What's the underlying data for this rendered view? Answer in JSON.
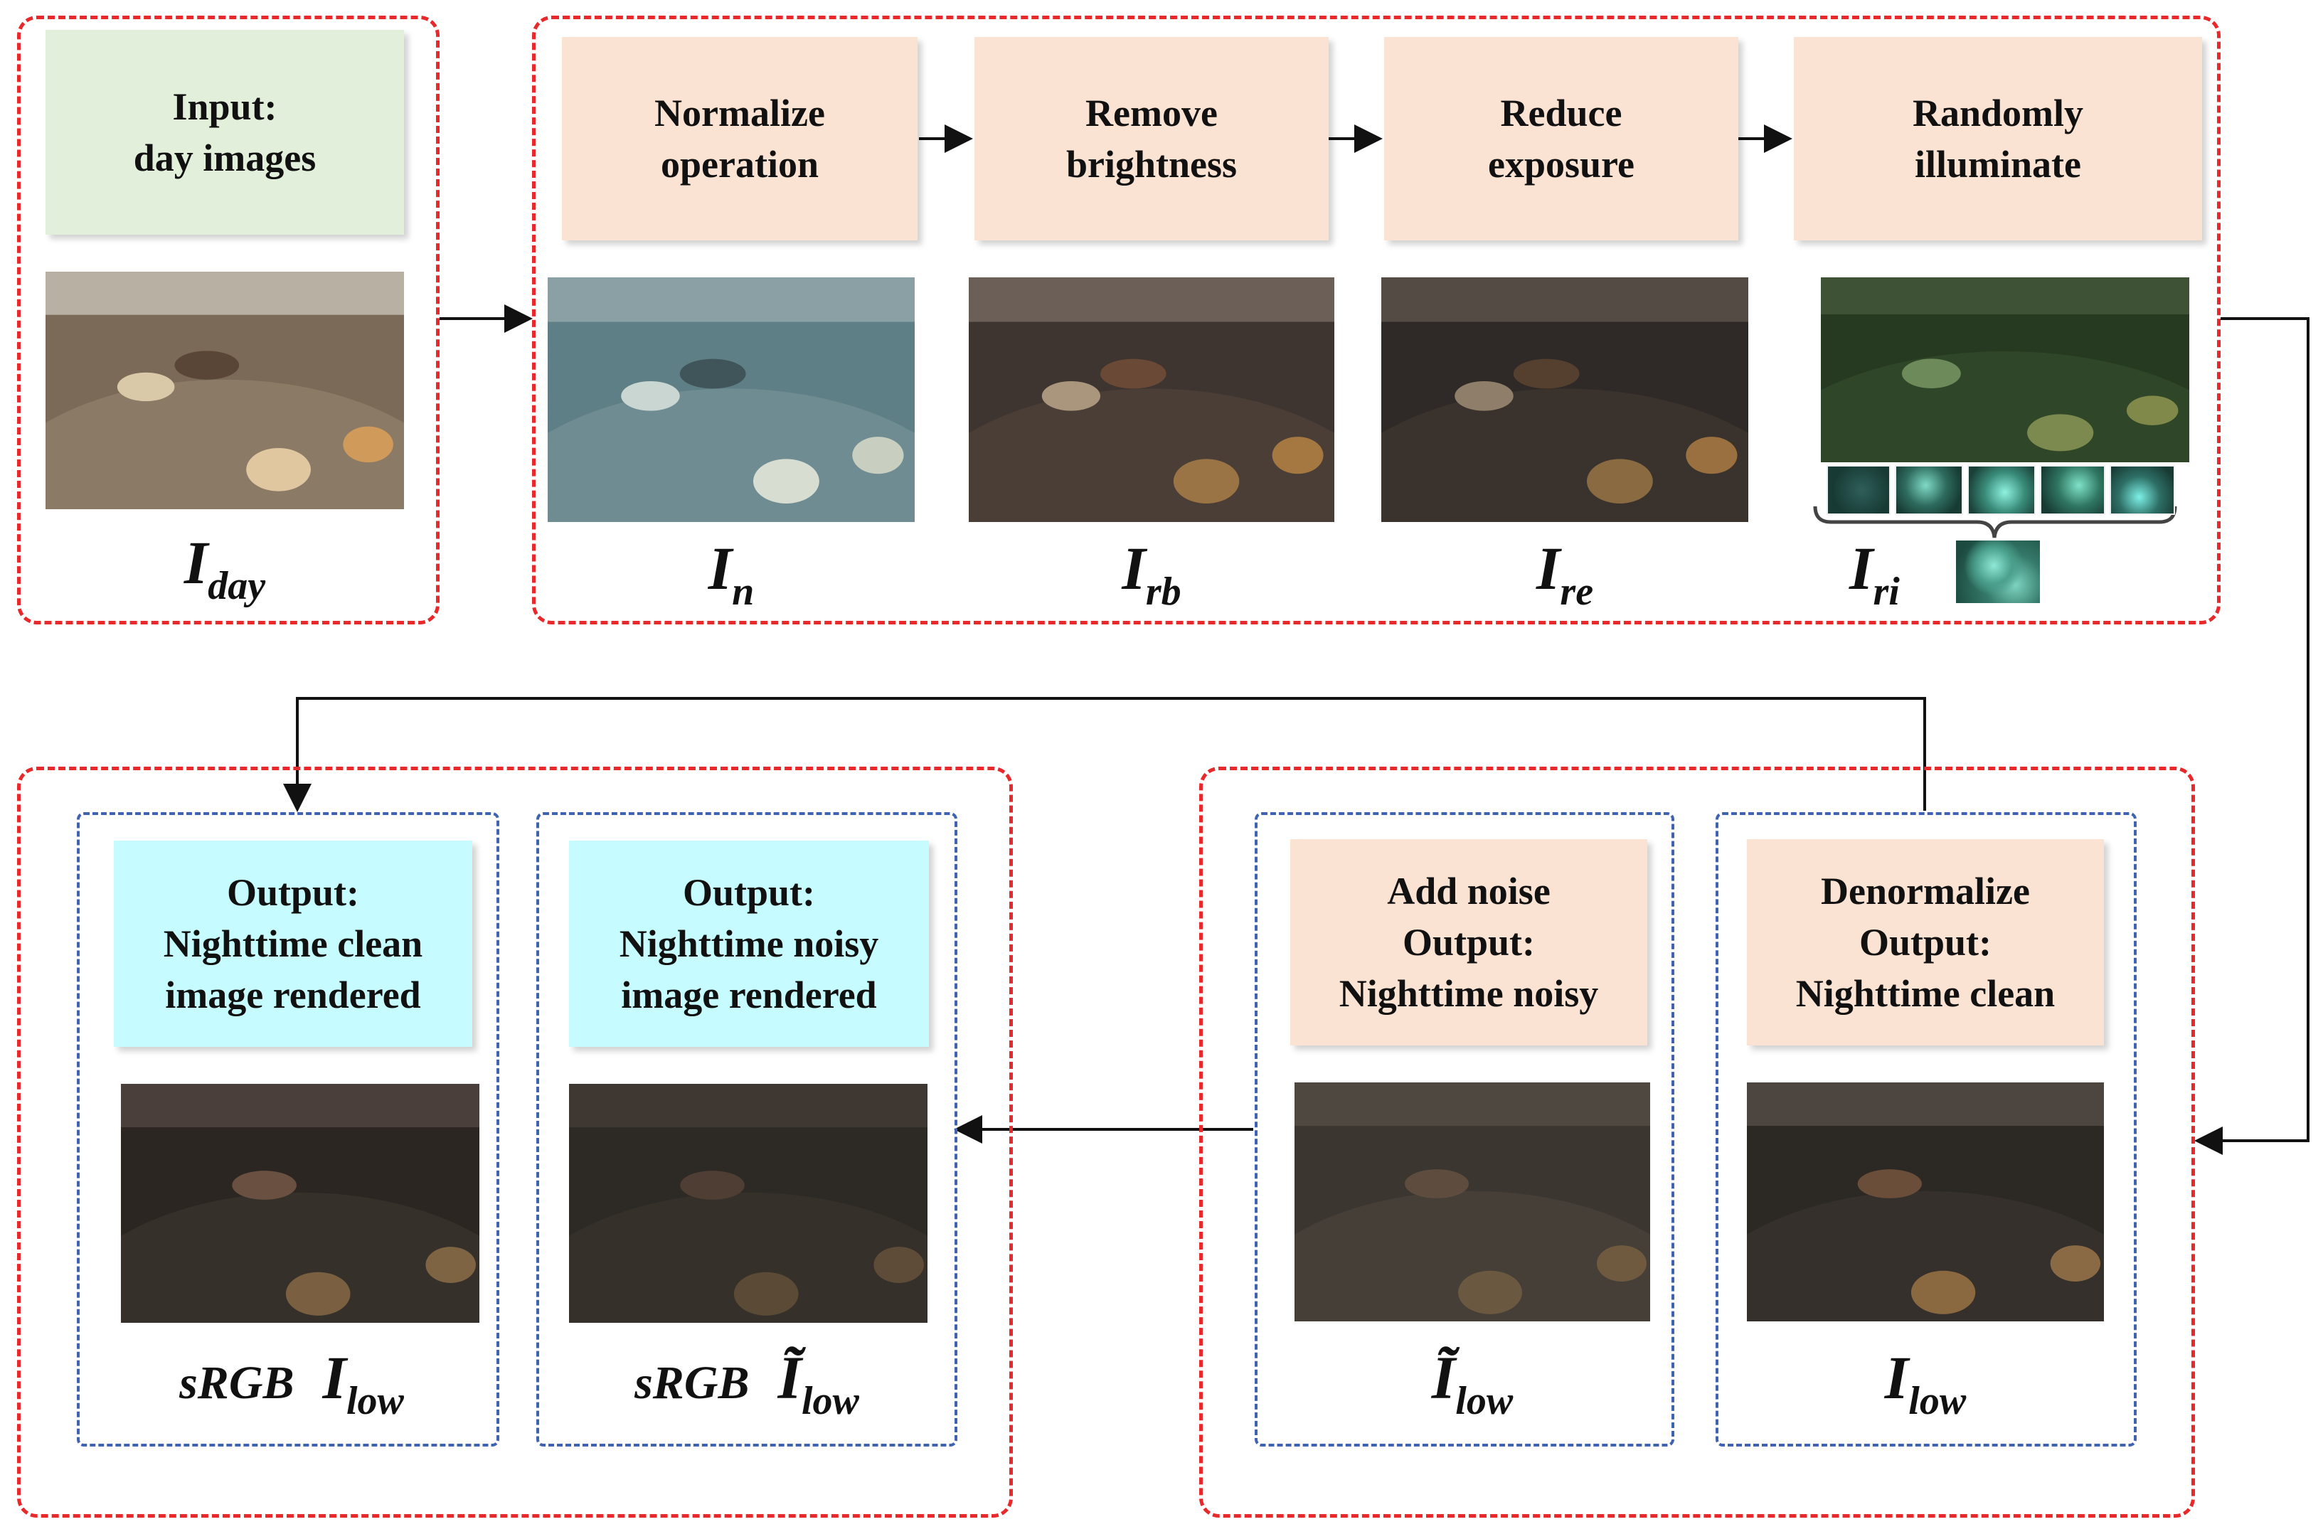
{
  "input": {
    "label": [
      "Input:",
      "day images"
    ],
    "symbol": "I",
    "subscript": "day"
  },
  "stages": [
    {
      "label": [
        "Normalize",
        "operation"
      ],
      "symbol": "I",
      "subscript": "n"
    },
    {
      "label": [
        "Remove",
        "brightness"
      ],
      "symbol": "I",
      "subscript": "rb"
    },
    {
      "label": [
        "Reduce",
        "exposure"
      ],
      "symbol": "I",
      "subscript": "re"
    },
    {
      "label": [
        "Randomly",
        "illuminate"
      ],
      "symbol": "I",
      "subscript": "ri"
    }
  ],
  "bottom_right": [
    {
      "label": [
        "Add noise",
        "Output:",
        "Nighttime noisy"
      ],
      "symbol": "Ĩ",
      "subscript": "low"
    },
    {
      "label": [
        "Denormalize",
        "Output:",
        "Nighttime clean"
      ],
      "symbol": "I",
      "subscript": "low"
    }
  ],
  "outputs": [
    {
      "label": [
        "Output:",
        "Nighttime clean",
        "image rendered"
      ],
      "prefix": "sRGB",
      "symbol": "I",
      "subscript": "low"
    },
    {
      "label": [
        "Output:",
        "Nighttime noisy",
        "image rendered"
      ],
      "prefix": "sRGB",
      "symbol": "Ĩ",
      "subscript": "low"
    }
  ],
  "colors": {
    "group_border": "#e8282a",
    "subgroup_border": "#3f63b0",
    "process_fill": "#fbe3d3",
    "input_fill": "#e2efda",
    "output_fill": "#c6fcff"
  }
}
